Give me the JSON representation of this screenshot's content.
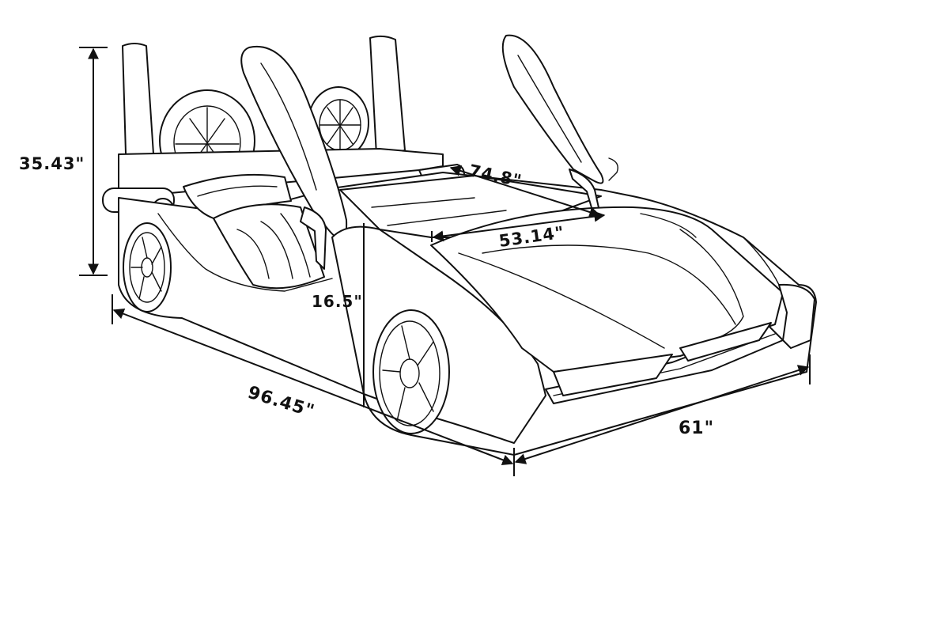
{
  "diagram": {
    "subject": "race car bed line drawing with dimensions",
    "line_color": "#111111",
    "background": "#ffffff"
  },
  "dimensions": {
    "height_total": "35.43\"",
    "length_inner": "74.8\"",
    "width_inner": "53.14\"",
    "height_side": "16.5\"",
    "length_total": "96.45\"",
    "width_total": "61\""
  }
}
